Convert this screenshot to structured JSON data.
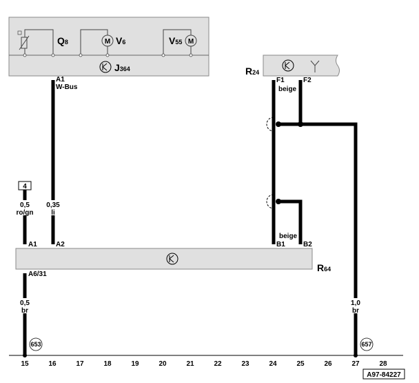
{
  "components": {
    "q8": {
      "main": "Q",
      "sub": "8"
    },
    "v6": {
      "main": "V",
      "sub": "6"
    },
    "v55": {
      "main": "V",
      "sub": "55"
    },
    "j364": {
      "main": "J",
      "sub": "364"
    },
    "r24": {
      "main": "R",
      "sub": "24"
    },
    "r64": {
      "main": "R",
      "sub": "64"
    },
    "motor_glyph": "M"
  },
  "pins": {
    "j364_a1": "A1",
    "j364_a1_sub": "W-Bus",
    "r24_f1": "F1",
    "r24_f2": "F2",
    "r24_f1_color": "beige",
    "r64_a1": "A1",
    "r64_a2": "A2",
    "r64_b1": "B1",
    "r64_b2": "B2",
    "r64_b1_color": "beige",
    "r64_a6": "A6/31"
  },
  "wires": {
    "w1": {
      "size": "0,5",
      "color": "ro/gn"
    },
    "w2": {
      "size": "0,35",
      "color": "li"
    },
    "w3": {
      "size": "0,5",
      "color": "br"
    },
    "w4": {
      "size": "1,0",
      "color": "br"
    }
  },
  "fuse_ref": "4",
  "ground_points": [
    "653",
    "657"
  ],
  "tracks": [
    "15",
    "16",
    "17",
    "18",
    "19",
    "20",
    "21",
    "22",
    "23",
    "24",
    "25",
    "26",
    "27",
    "28"
  ],
  "diagram_code": "A97-84227"
}
